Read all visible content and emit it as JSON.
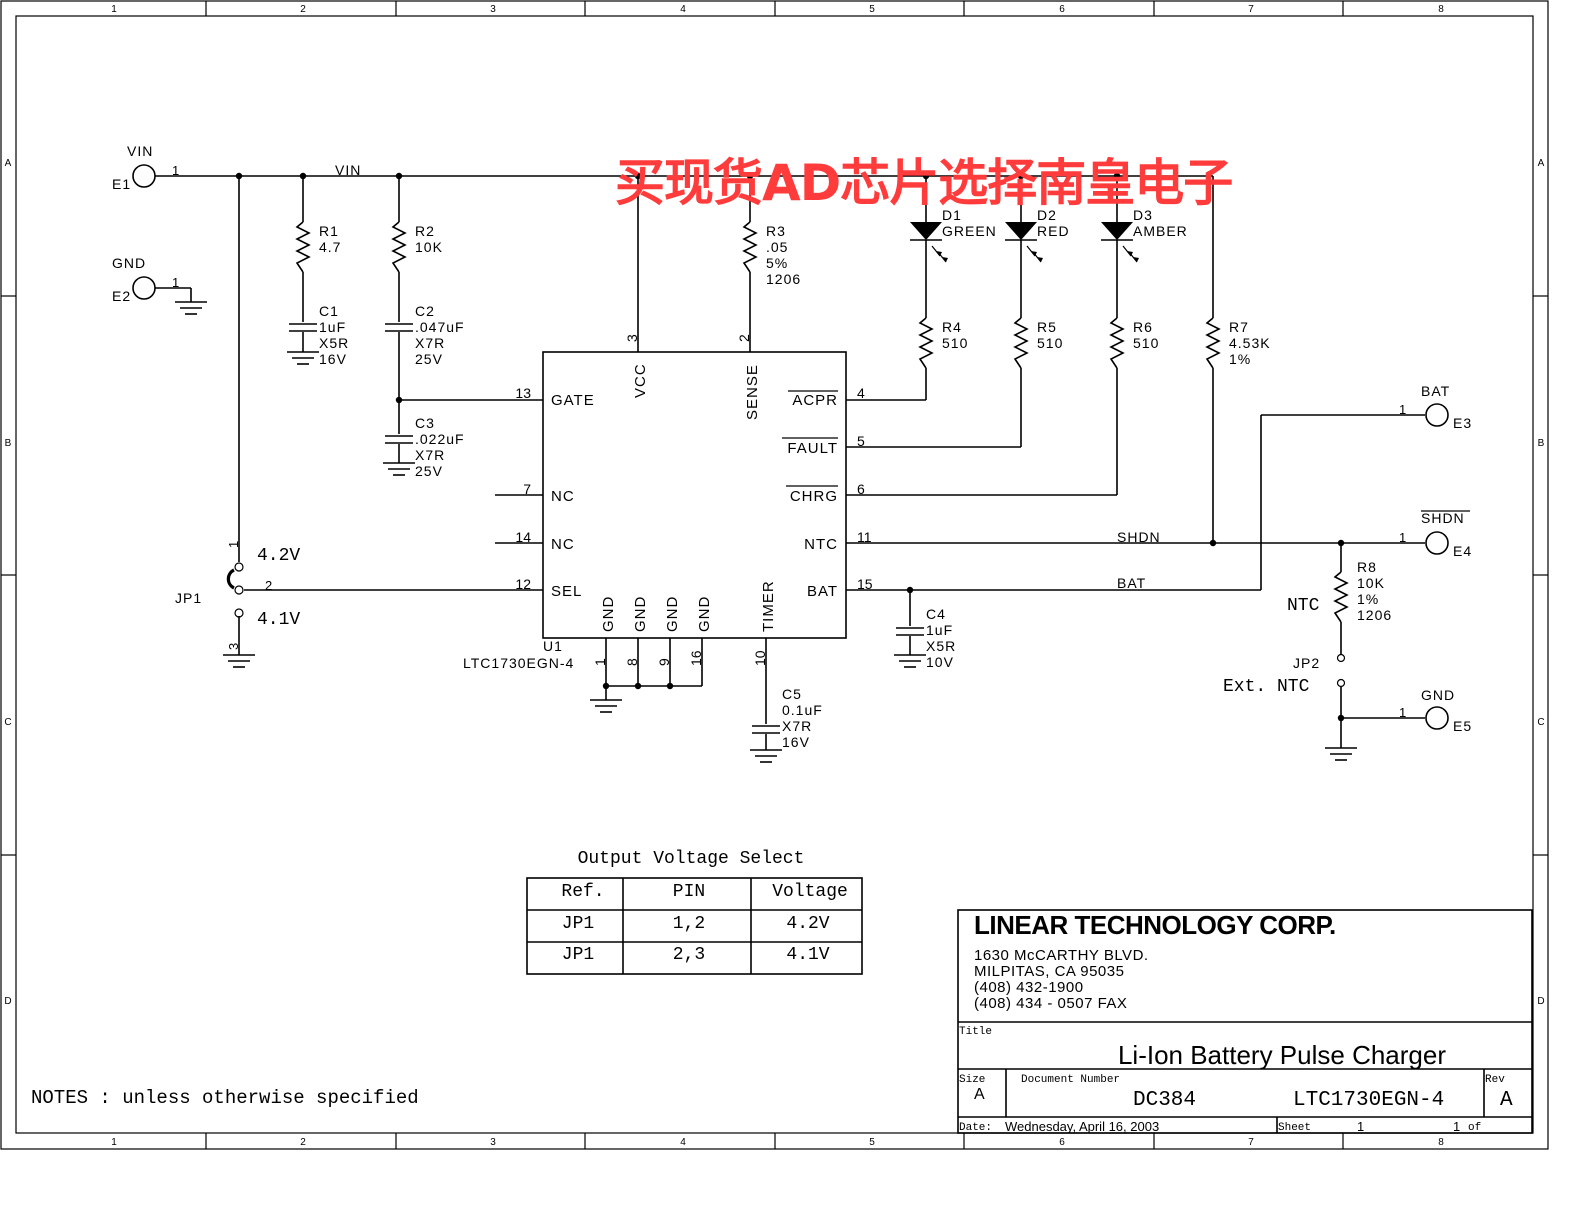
{
  "frame": {
    "columns": [
      "1",
      "2",
      "3",
      "4",
      "5",
      "6",
      "7",
      "8"
    ],
    "rows": [
      "A",
      "B",
      "C",
      "D"
    ]
  },
  "watermark": "买现货AD芯片选择南皇电子",
  "ports": {
    "vin": {
      "name": "VIN",
      "ref": "E1",
      "pin": "1"
    },
    "gnd1": {
      "name": "GND",
      "ref": "E2",
      "pin": "1"
    },
    "bat": {
      "name": "BAT",
      "ref": "E3",
      "pin": "1"
    },
    "shdn": {
      "name": "SHDN",
      "ref": "E4",
      "pin": "1"
    },
    "gnd2": {
      "name": "GND",
      "ref": "E5",
      "pin": "1"
    }
  },
  "nets": {
    "vin": "VIN",
    "shdn": "SHDN",
    "bat": "BAT"
  },
  "components": {
    "r1": {
      "ref": "R1",
      "value": "4.7"
    },
    "r2": {
      "ref": "R2",
      "value": "10K"
    },
    "r3": {
      "ref": "R3",
      "value": ".05",
      "tol": "5%",
      "pkg": "1206"
    },
    "r4": {
      "ref": "R4",
      "value": "510"
    },
    "r5": {
      "ref": "R5",
      "value": "510"
    },
    "r6": {
      "ref": "R6",
      "value": "510"
    },
    "r7": {
      "ref": "R7",
      "value": "4.53K",
      "tol": "1%"
    },
    "r8": {
      "ref": "R8",
      "value": "10K",
      "tol": "1%",
      "pkg": "1206"
    },
    "c1": {
      "ref": "C1",
      "value": "1uF",
      "diel": "X5R",
      "volt": "16V"
    },
    "c2": {
      "ref": "C2",
      "value": ".047uF",
      "diel": "X7R",
      "volt": "25V"
    },
    "c3": {
      "ref": "C3",
      "value": ".022uF",
      "diel": "X7R",
      "volt": "25V"
    },
    "c4": {
      "ref": "C4",
      "value": "1uF",
      "diel": "X5R",
      "volt": "10V"
    },
    "c5": {
      "ref": "C5",
      "value": "0.1uF",
      "diel": "X7R",
      "volt": "16V"
    },
    "d1": {
      "ref": "D1",
      "color": "GREEN"
    },
    "d2": {
      "ref": "D2",
      "color": "RED"
    },
    "d3": {
      "ref": "D3",
      "color": "AMBER"
    },
    "jp1": {
      "ref": "JP1",
      "opt1": "4.2V",
      "opt2": "4.1V",
      "pin1": "1",
      "pin2": "2",
      "pin3": "3"
    },
    "jp2": {
      "ref": "JP2",
      "opt1": "NTC",
      "opt2": "Ext. NTC"
    }
  },
  "ic": {
    "ref": "U1",
    "part": "LTC1730EGN-4",
    "pins": {
      "vcc": {
        "name": "VCC",
        "num": "3"
      },
      "sense": {
        "name": "SENSE",
        "num": "2"
      },
      "gate": {
        "name": "GATE",
        "num": "13"
      },
      "nc1": {
        "name": "NC",
        "num": "7"
      },
      "nc2": {
        "name": "NC",
        "num": "14"
      },
      "sel": {
        "name": "SEL",
        "num": "12"
      },
      "acpr": {
        "name": "ACPR",
        "num": "4"
      },
      "fault": {
        "name": "FAULT",
        "num": "5"
      },
      "chrg": {
        "name": "CHRG",
        "num": "6"
      },
      "ntc": {
        "name": "NTC",
        "num": "11"
      },
      "bat": {
        "name": "BAT",
        "num": "15"
      },
      "gnd1": {
        "name": "GND",
        "num": "1"
      },
      "gnd2": {
        "name": "GND",
        "num": "8"
      },
      "gnd3": {
        "name": "GND",
        "num": "9"
      },
      "gnd4": {
        "name": "GND",
        "num": "16"
      },
      "timer": {
        "name": "TIMER",
        "num": "10"
      }
    }
  },
  "voltage_table": {
    "title": "Output Voltage Select",
    "headers": [
      "Ref.",
      "PIN",
      "Voltage"
    ],
    "rows": [
      [
        "JP1",
        "1,2",
        "4.2V"
      ],
      [
        "JP1",
        "2,3",
        "4.1V"
      ]
    ]
  },
  "notes": "NOTES : unless otherwise specified",
  "title_block": {
    "company": "LINEAR TECHNOLOGY CORP.",
    "address1": "1630 McCARTHY BLVD.",
    "address2": "MILPITAS, CA  95035",
    "phone": "(408) 432-1900",
    "fax": "(408) 434 - 0507 FAX",
    "title_label": "Title",
    "title": "Li-Ion Battery Pulse Charger",
    "size_label": "Size",
    "size": "A",
    "docnum_label": "Document Number",
    "docnum": "DC384",
    "part": "LTC1730EGN-4",
    "rev_label": "Rev",
    "rev": "A",
    "date_label": "Date:",
    "date": "Wednesday, April 16, 2003",
    "sheet_label": "Sheet",
    "sheet": "1",
    "of_label": "of",
    "of": "1"
  }
}
